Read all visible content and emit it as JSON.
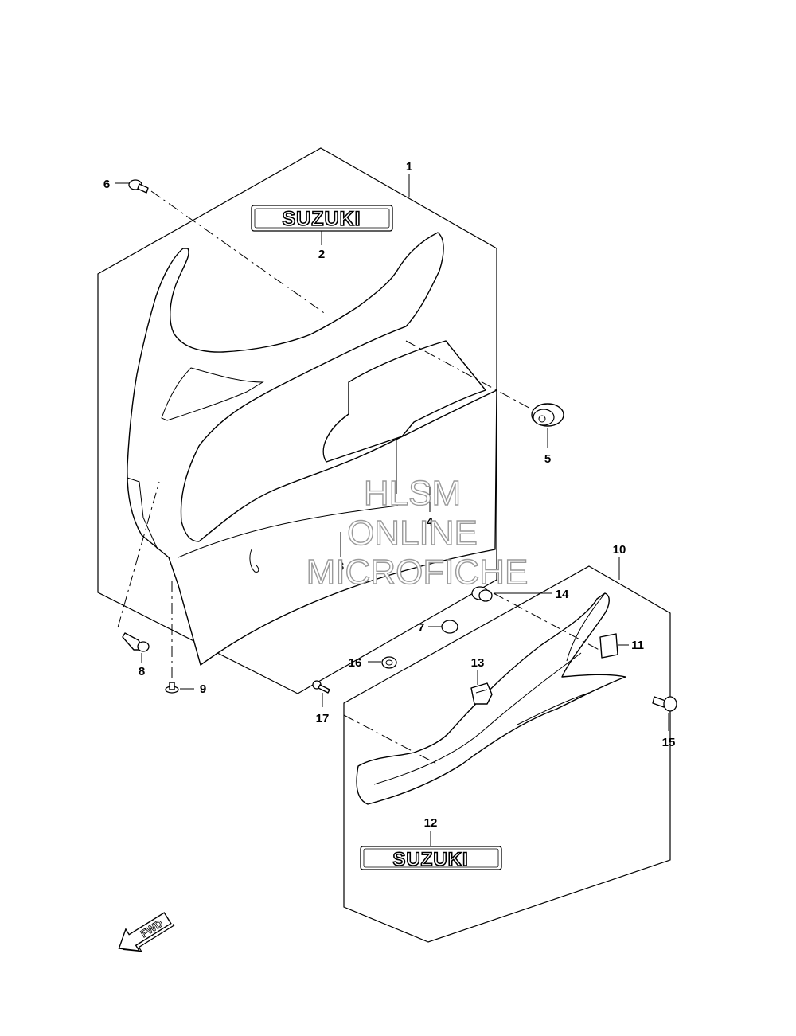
{
  "diagram": {
    "callouts": {
      "c1": "1",
      "c2": "2",
      "c3": "3",
      "c4": "4",
      "c5": "5",
      "c6": "6",
      "c7": "7",
      "c8": "8",
      "c9": "9",
      "c10": "10",
      "c11": "11",
      "c12": "12",
      "c13": "13",
      "c14": "14",
      "c15": "15",
      "c16": "16",
      "c17": "17"
    },
    "logo_upper": "SUZUKI",
    "logo_lower": "SUZUKI",
    "fwd_label": "FWD",
    "watermark": {
      "line1": "HLSM",
      "line2": "ONLINE",
      "line3": "MICROFICHE"
    }
  }
}
